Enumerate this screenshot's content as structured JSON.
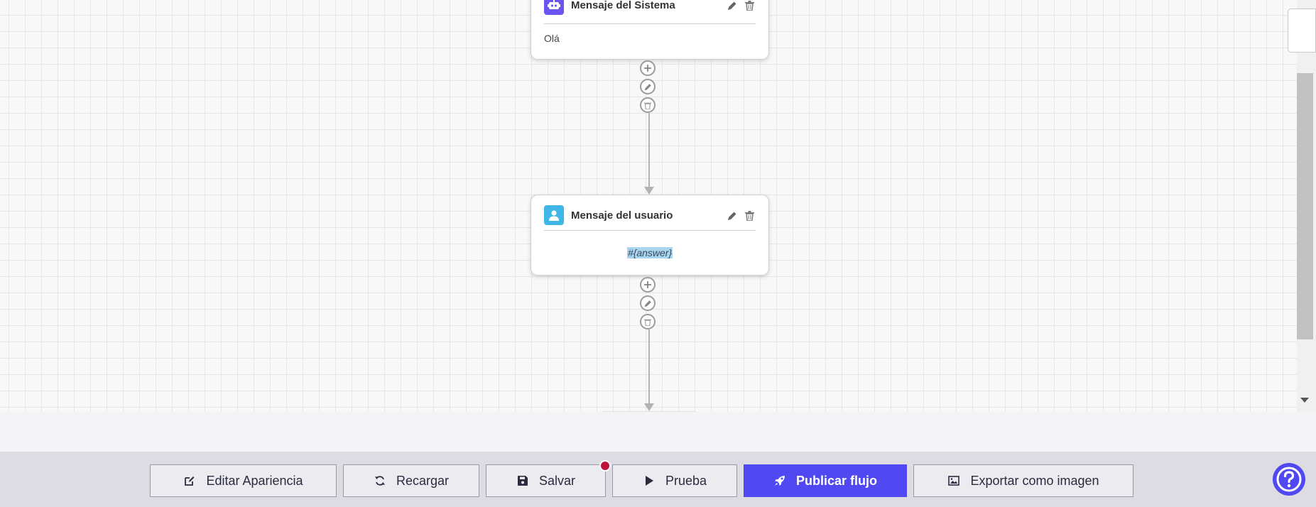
{
  "nodes": {
    "system": {
      "title": "Mensaje del Sistema",
      "body": "Olá"
    },
    "user": {
      "title": "Mensaje del usuario",
      "body": "#{answer}"
    }
  },
  "toolbar": {
    "edit_appearance": "Editar Apariencia",
    "reload": "Recargar",
    "save": "Salvar",
    "test": "Prueba",
    "publish": "Publicar flujo",
    "export": "Exportar como imagen"
  },
  "icons": {
    "system_avatar": "robot-icon",
    "user_avatar": "user-icon",
    "edit": "pencil-icon",
    "delete": "trash-icon",
    "add": "plus-icon",
    "help": "question-icon"
  },
  "colors": {
    "primary": "#5048f0",
    "system_avatar": "#6a55f0",
    "user_avatar": "#3fb6e6",
    "dirty_indicator": "#c0133a"
  }
}
